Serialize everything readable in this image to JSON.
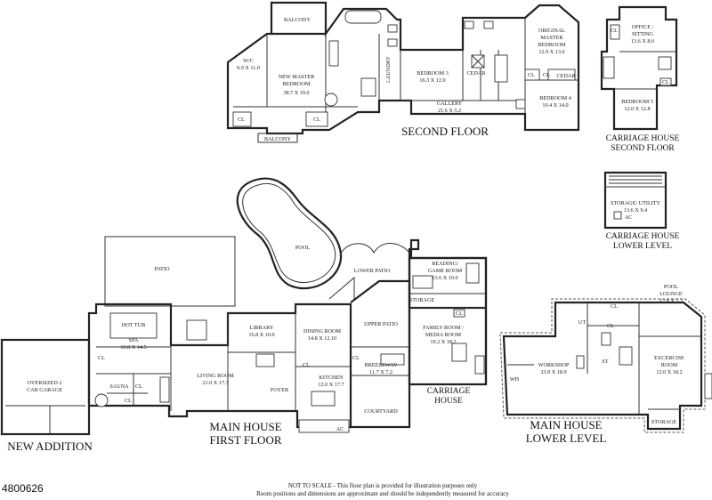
{
  "floors": {
    "second_floor": "SECOND FLOOR",
    "carriage_second_1": "CARRIAGE HOUSE",
    "carriage_second_2": "SECOND FLOOR",
    "carriage_lower_1": "CARRIAGE HOUSE",
    "carriage_lower_2": "LOWER LEVEL",
    "main_first_1": "MAIN HOUSE",
    "main_first_2": "FIRST FLOOR",
    "new_addition": "NEW ADDITION",
    "carriage_house_1": "CARRIAGE",
    "carriage_house_2": "HOUSE",
    "main_lower_1": "MAIN HOUSE",
    "main_lower_2": "LOWER LEVEL"
  },
  "rooms": {
    "balcony_top": "BALCONY",
    "wic_name": "W/C",
    "wic_dim": "9.9 X 11.0",
    "new_master_1": "NEW MASTER",
    "new_master_2": "BEDROOM",
    "new_master_dim": "38.7 X 19.6",
    "balcony_bottom": "BALCONY",
    "laundry": "LAUNDRY",
    "bedroom3_name": "BEDROOM 3",
    "bedroom3_dim": "16.3 X 12.0",
    "cedar_1": "CEDAR",
    "gallery_name": "GALLERY",
    "gallery_dim": "21.6 X 5.2",
    "orig_master_1": "ORIGINAL",
    "orig_master_2": "MASTER",
    "orig_master_3": "BEDROOM",
    "orig_master_dim": "12.9 X 13.6",
    "cedar_2": "CEDAR",
    "bedroom4_name": "BEDROOM 4",
    "bedroom4_dim": "10.4 X 14.0",
    "office_1": "OFFICE /",
    "office_2": "SITTING",
    "office_dim": "13.6 X 8.6",
    "bedroom5_name": "BEDROOM 5",
    "bedroom5_dim": "12.0 X 12.8",
    "storage_utility_name": "STORAGE/ UTILITY",
    "storage_utility_dim": "13.6 X 9.4",
    "ac": "AC",
    "patio": "PATIO",
    "pool": "POOL",
    "lower_patio": "LOWER PATIO",
    "reading_1": "READING/",
    "reading_2": "GAME ROOM",
    "reading_dim": "13.6 X 10.0",
    "storage_ch": "STORAGE",
    "hot_tub": "HOT TUB",
    "spa_name": "SPA",
    "spa_dim": "19.8 X 14.5",
    "library_name": "LIBRARY",
    "library_dim": "16.8 X 10.0",
    "dining_name": "DINING ROOM",
    "dining_dim": "14.8 X 12.10",
    "upper_patio": "UPPER PATIO",
    "family_1": "FAMILY ROOM /",
    "family_2": "MEDIA ROOM",
    "family_dim": "19.2 X 18.2",
    "garage_1": "OVERSIZED 2",
    "garage_2": "CAR GARAGE",
    "sauna": "SAUNA",
    "living_name": "LIVING ROOM",
    "living_dim": "21.0 X 17.3",
    "foyer": "FOYER",
    "kitchen_name": "KITCHEN",
    "kitchen_dim": "12.0 X 17.7",
    "breezeway_name": "BREEZEWAY",
    "breezeway_dim": "11.7 X 7.2",
    "courtyard": "COURTYARD",
    "ac_main": "AC",
    "pool_lounge_1": "POOL",
    "pool_lounge_2": "LOUNGE",
    "pool_lounge_dim": "12.8 X 7.2",
    "ut": "UT",
    "st": "ST",
    "workshop_name": "WORKSHOP",
    "workshop_dim": "33.9 X 18.9",
    "wh": "WH",
    "exercise_1": "EXCERCISE",
    "exercise_2": "ROOM",
    "exercise_dim": "12.0 X 18.2",
    "storage_lower": "STORAGE",
    "cl": "CL"
  },
  "footer": {
    "listing_id": "4800626",
    "disclaimer_1": "NOT TO SCALE - This floor plan is provided for illustration purposes only",
    "disclaimer_2": "Room positions and dimensions are approximate and should be independently measured for accuracy"
  }
}
